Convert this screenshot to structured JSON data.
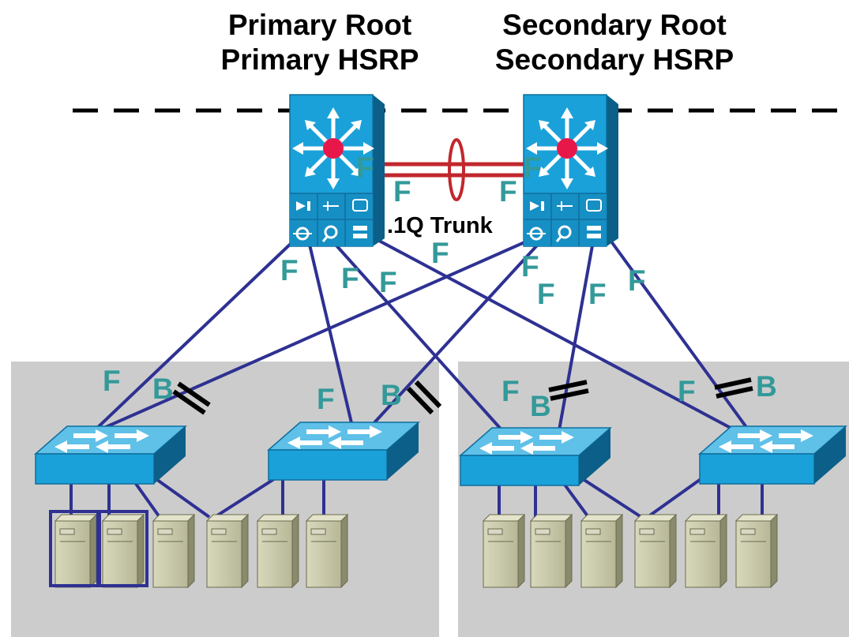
{
  "header": {
    "primary_line1": "Primary Root",
    "primary_line2": "Primary HSRP",
    "secondary_line1": "Secondary Root",
    "secondary_line2": "Secondary HSRP"
  },
  "trunk_label": ".1Q Trunk",
  "port_states": {
    "forwarding": "F",
    "blocking": "B"
  },
  "colors": {
    "link": "#2e3192",
    "trunk": "#c1272d",
    "port_label": "#339999",
    "access_area": "#cccccc",
    "switch_face": "#1ba1d9",
    "server_body": "#c8c8a8"
  },
  "icons": {
    "core_switch": "multilayer-switch-icon",
    "access_switch": "workgroup-switch-icon",
    "server": "server-tower-icon",
    "blocked_link": "blocked-port-icon"
  }
}
